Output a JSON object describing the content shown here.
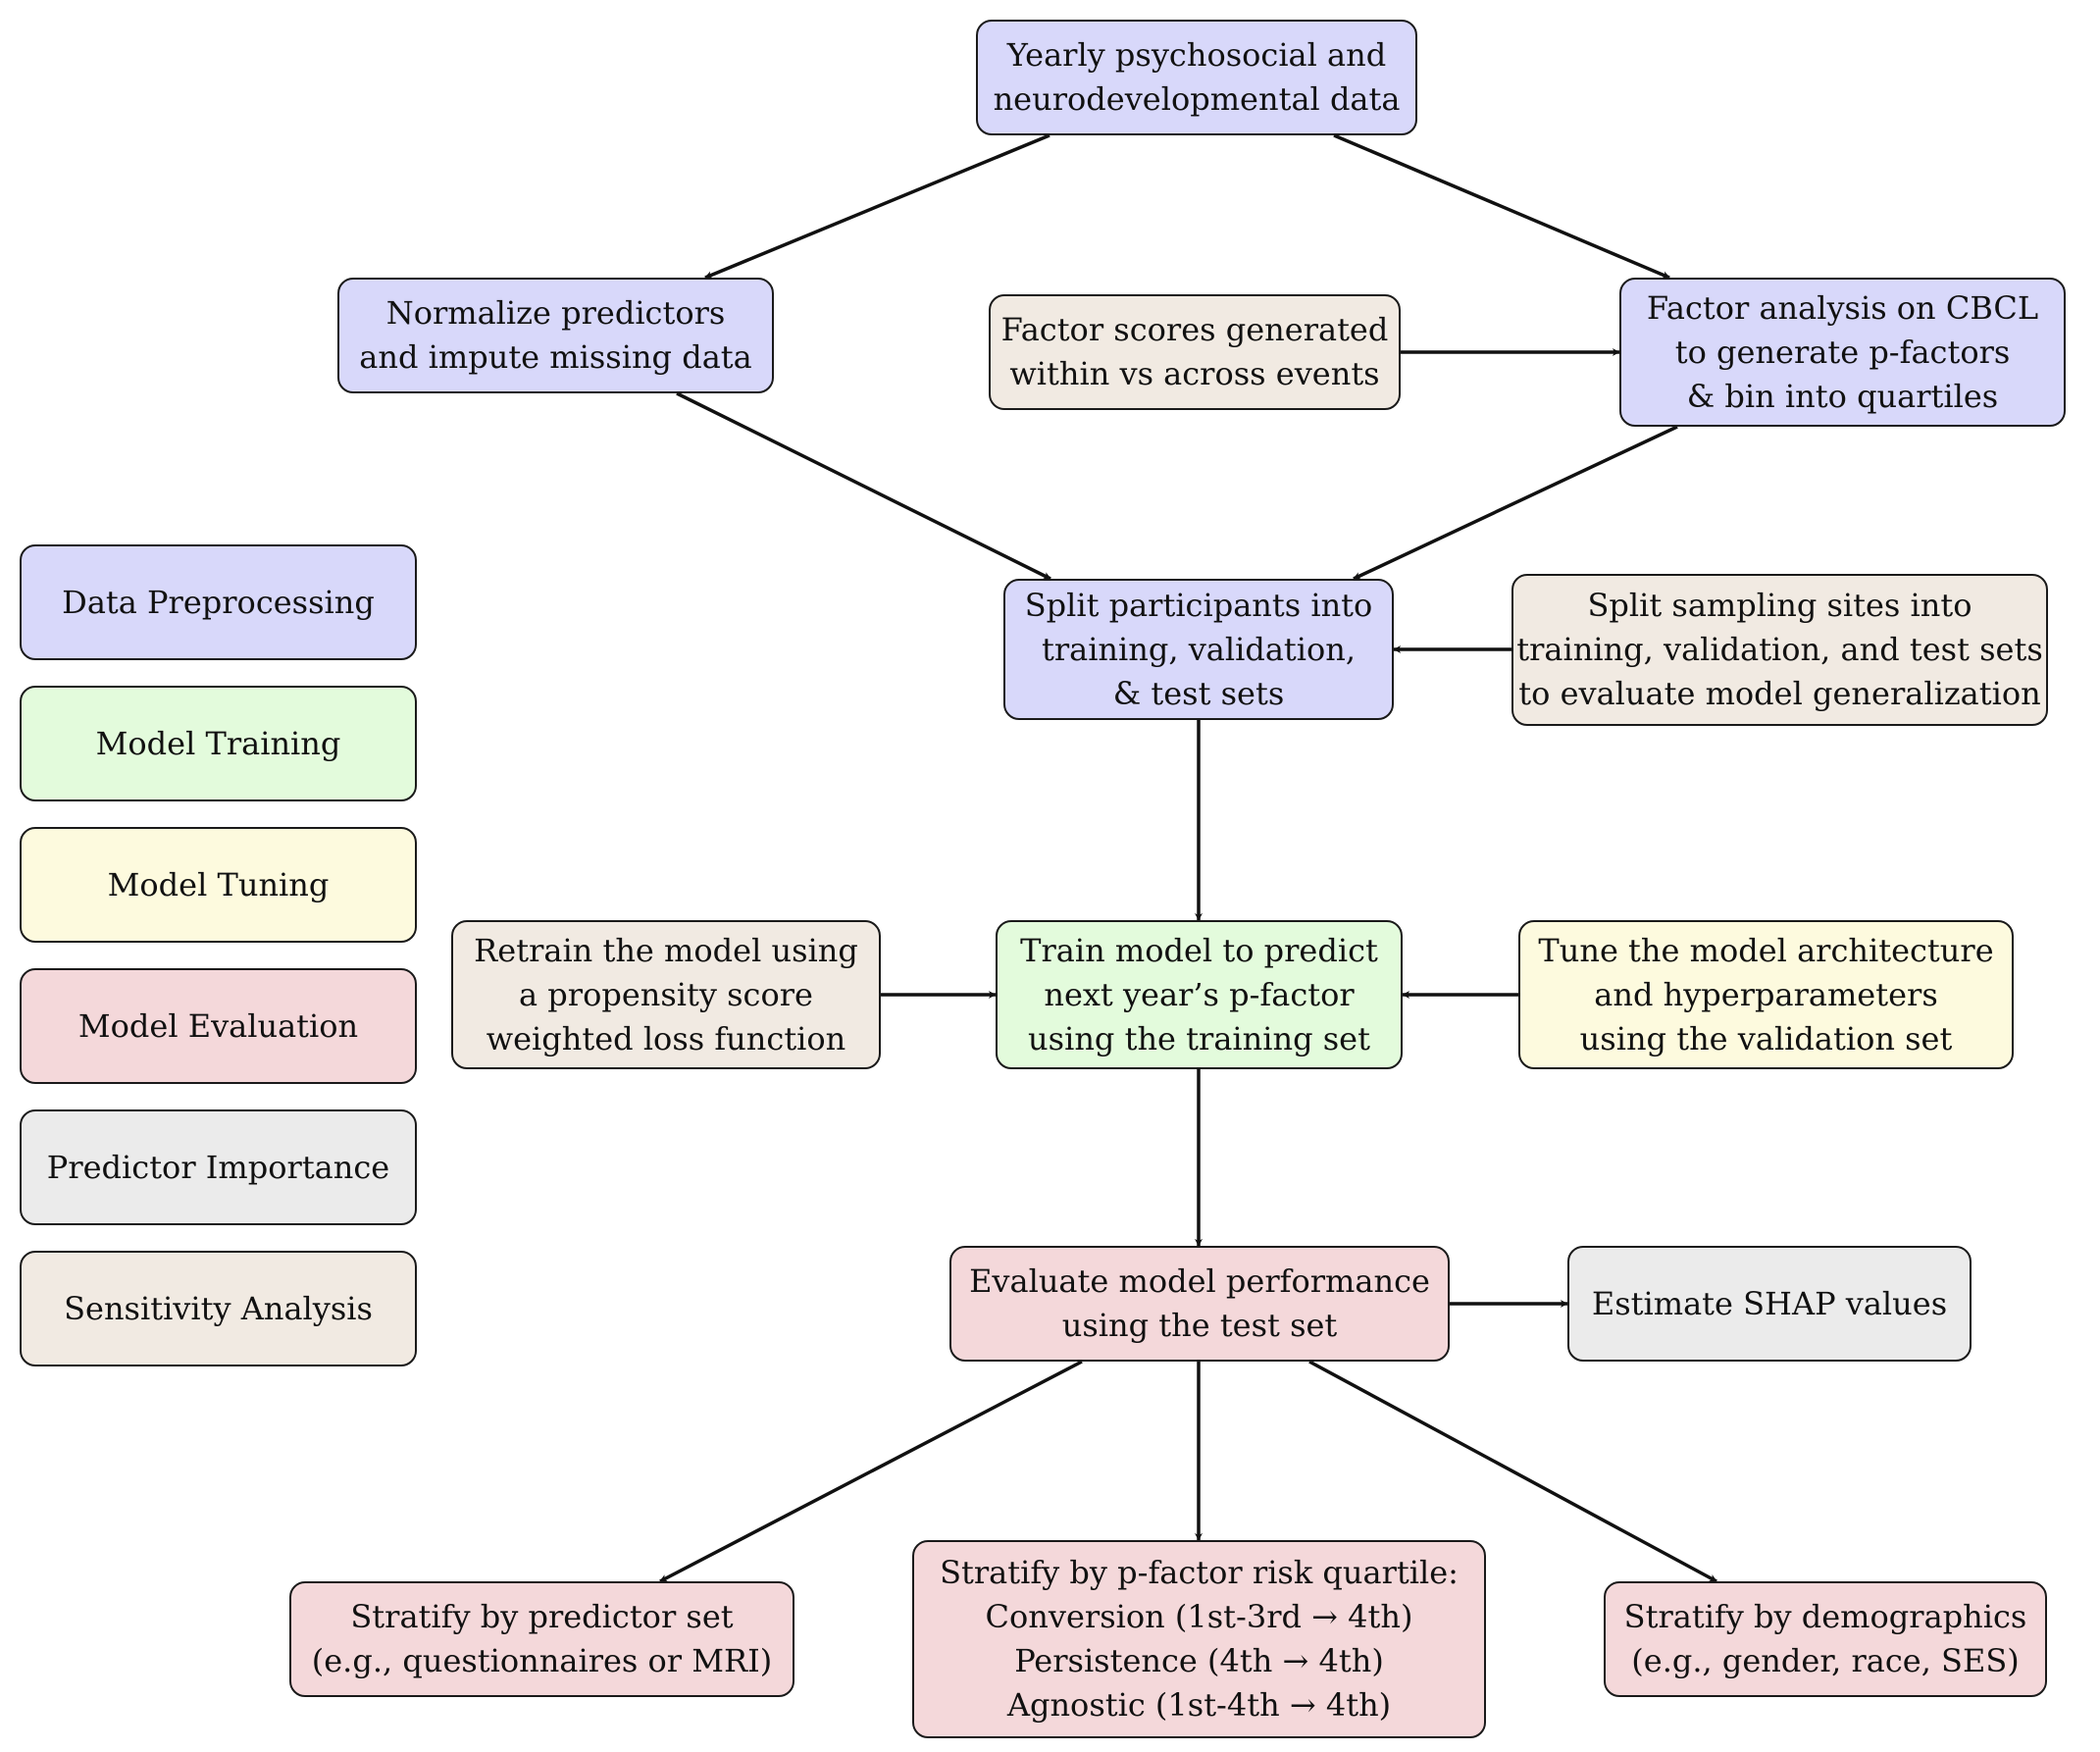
{
  "nodes": {
    "yearly": {
      "lines": [
        "Yearly psychosocial and",
        "neurodevelopmental data"
      ]
    },
    "normalize": {
      "lines": [
        "Normalize predictors",
        "and impute missing data"
      ]
    },
    "factor_scores": {
      "lines": [
        "Factor scores generated",
        "within vs across events"
      ]
    },
    "factor_analysis": {
      "lines": [
        "Factor analysis on CBCL",
        "to generate p-factors",
        "& bin into quartiles"
      ]
    },
    "split": {
      "lines": [
        "Split participants into",
        "training, validation,",
        "& test sets"
      ]
    },
    "split_sites": {
      "lines": [
        "Split sampling sites into",
        "training, validation, and test sets",
        "to evaluate model generalization"
      ]
    },
    "train": {
      "lines": [
        "Train model to predict",
        "next year’s p-factor",
        "using the training set"
      ]
    },
    "retrain": {
      "lines": [
        "Retrain the model using",
        "a propensity score",
        "weighted loss function"
      ]
    },
    "tune": {
      "lines": [
        "Tune the model architecture",
        "and hyperparameters",
        "using the validation set"
      ]
    },
    "evaluate": {
      "lines": [
        "Evaluate model performance",
        "using the test set"
      ]
    },
    "shap": {
      "lines": [
        "Estimate SHAP values"
      ]
    },
    "stratify_predictor": {
      "lines": [
        "Stratify by predictor set",
        "(e.g., questionnaires or MRI)"
      ]
    },
    "stratify_risk": {
      "lines": [
        "Stratify by p-factor risk quartile:",
        "Conversion (1st-3rd → 4th)",
        "Persistence (4th → 4th)",
        "Agnostic (1st-4th → 4th)"
      ]
    },
    "stratify_demo": {
      "lines": [
        "Stratify by demographics",
        "(e.g., gender, race, SES)"
      ]
    }
  },
  "legend": [
    {
      "label": "Data Preprocessing",
      "color": "#d8d8fa"
    },
    {
      "label": "Model Training",
      "color": "#e3fbdc"
    },
    {
      "label": "Model Tuning",
      "color": "#fdfade"
    },
    {
      "label": "Model Evaluation",
      "color": "#f4d8da"
    },
    {
      "label": "Predictor Importance",
      "color": "#ebebeb"
    },
    {
      "label": "Sensitivity Analysis",
      "color": "#f1eae2"
    }
  ],
  "edges": [
    [
      "yearly",
      "normalize"
    ],
    [
      "yearly",
      "factor_analysis"
    ],
    [
      "factor_scores",
      "factor_analysis"
    ],
    [
      "normalize",
      "split"
    ],
    [
      "factor_analysis",
      "split"
    ],
    [
      "split_sites",
      "split"
    ],
    [
      "split",
      "train"
    ],
    [
      "retrain",
      "train"
    ],
    [
      "tune",
      "train"
    ],
    [
      "train",
      "evaluate"
    ],
    [
      "evaluate",
      "shap"
    ],
    [
      "evaluate",
      "stratify_predictor"
    ],
    [
      "evaluate",
      "stratify_risk"
    ],
    [
      "evaluate",
      "stratify_demo"
    ]
  ],
  "colors": {
    "edge": "#111111",
    "border": "#1a1a1a"
  }
}
